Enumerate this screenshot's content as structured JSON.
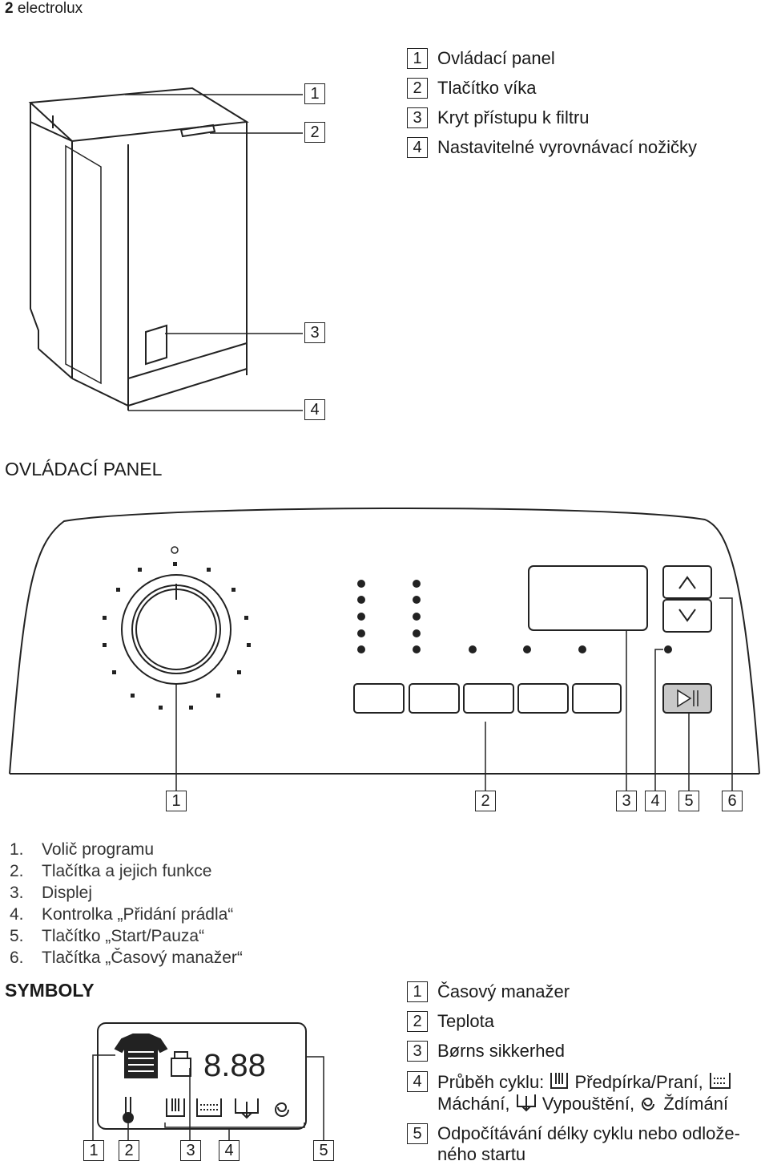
{
  "page": {
    "number": "2",
    "brand": "electrolux"
  },
  "machine_legend": [
    {
      "num": "1",
      "label": "Ovládací panel"
    },
    {
      "num": "2",
      "label": "Tlačítko víka"
    },
    {
      "num": "3",
      "label": "Kryt přístupu k filtru"
    },
    {
      "num": "4",
      "label": "Nastavitelné vyrovnávací nožičky"
    }
  ],
  "machine_callouts": [
    "1",
    "2",
    "3",
    "4"
  ],
  "control_panel": {
    "title": "OVLÁDACÍ PANEL",
    "callouts": [
      "1",
      "2",
      "3",
      "4",
      "5",
      "6"
    ],
    "items": [
      {
        "num": "1.",
        "label": "Volič programu"
      },
      {
        "num": "2.",
        "label": "Tlačítka a jejich funkce"
      },
      {
        "num": "3.",
        "label": "Displej"
      },
      {
        "num": "4.",
        "label": "Kontrolka „Přidání prádla“"
      },
      {
        "num": "5.",
        "label": "Tlačítko „Start/Pauza“"
      },
      {
        "num": "6.",
        "label": "Tlačítka „Časový manažer“"
      }
    ]
  },
  "symbols": {
    "title": "SYMBOLY",
    "display_digits": "8.88",
    "callouts": [
      "1",
      "2",
      "3",
      "4",
      "5"
    ],
    "legend": [
      {
        "num": "1",
        "label": "Časový manažer"
      },
      {
        "num": "2",
        "label": "Teplota"
      },
      {
        "num": "3",
        "label": "Børns sikkerhed"
      }
    ],
    "item4": {
      "num": "4",
      "prefix": "Průběh cyklu:",
      "prewash": "Předpírka/Praní,",
      "rinse": "Máchání,",
      "drain": "Vypouštění,",
      "spin": "Ždímání"
    },
    "item5": {
      "num": "5",
      "line1": "Odpočítávání délky cyklu nebo odlože-",
      "line2": "ného startu"
    }
  }
}
